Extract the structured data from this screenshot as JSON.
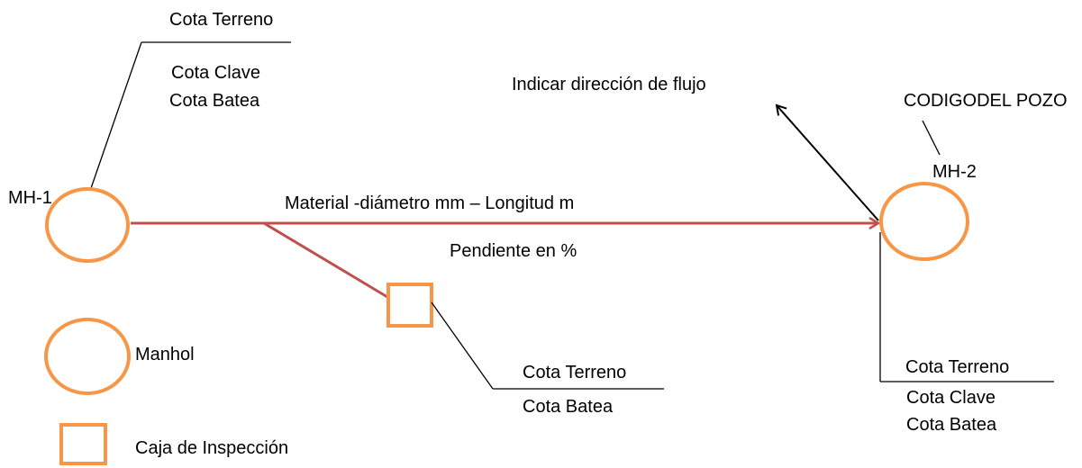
{
  "colors": {
    "pipe": "#c0504d",
    "node": "#f79646",
    "leader": "#000000",
    "background": "#ffffff"
  },
  "mh1": {
    "label": "MH-1",
    "cota_terreno": "Cota Terreno",
    "cota_clave": "Cota Clave",
    "cota_batea": "Cota Batea"
  },
  "mh2": {
    "label": "MH-2",
    "codigo": "CODIGODEL POZO",
    "cota_terreno": "Cota Terreno",
    "cota_clave": "Cota Clave",
    "cota_batea": "Cota Batea"
  },
  "caja": {
    "cota_terreno": "Cota Terreno",
    "cota_batea": "Cota Batea"
  },
  "pipe": {
    "label": "Material -diámetro  mm – Longitud m",
    "pendiente": "Pendiente en  %"
  },
  "flow_note": "Indicar dirección de flujo",
  "legend": {
    "manhole_label": "Manhol",
    "box_label": "Caja de Inspección"
  }
}
